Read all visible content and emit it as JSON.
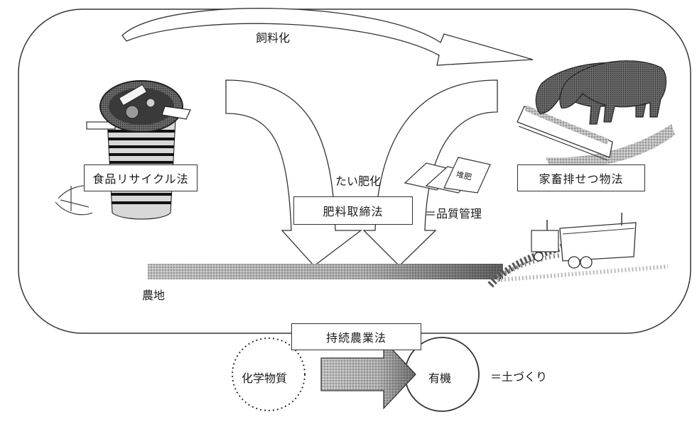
{
  "diagram": {
    "top_arrow_label": "飼料化",
    "composting_label": "たい肥化",
    "food_law": "食品リサイクル法",
    "livestock_law": "家畜排せつ物法",
    "fertilizer_law": "肥料取締法",
    "quality_control": "＝品質管理",
    "farmland_label": "農地",
    "sustainable_law": "持続農業法",
    "chemical_label": "化学物質",
    "organic_label": "有機",
    "soil_label": "＝土づくり",
    "fertilizer_bag_text": "堆肥"
  },
  "icons": [
    "food-waste-bin-icon",
    "cattle-icon",
    "manure-spreader-icon",
    "fertilizer-bags-icon"
  ]
}
